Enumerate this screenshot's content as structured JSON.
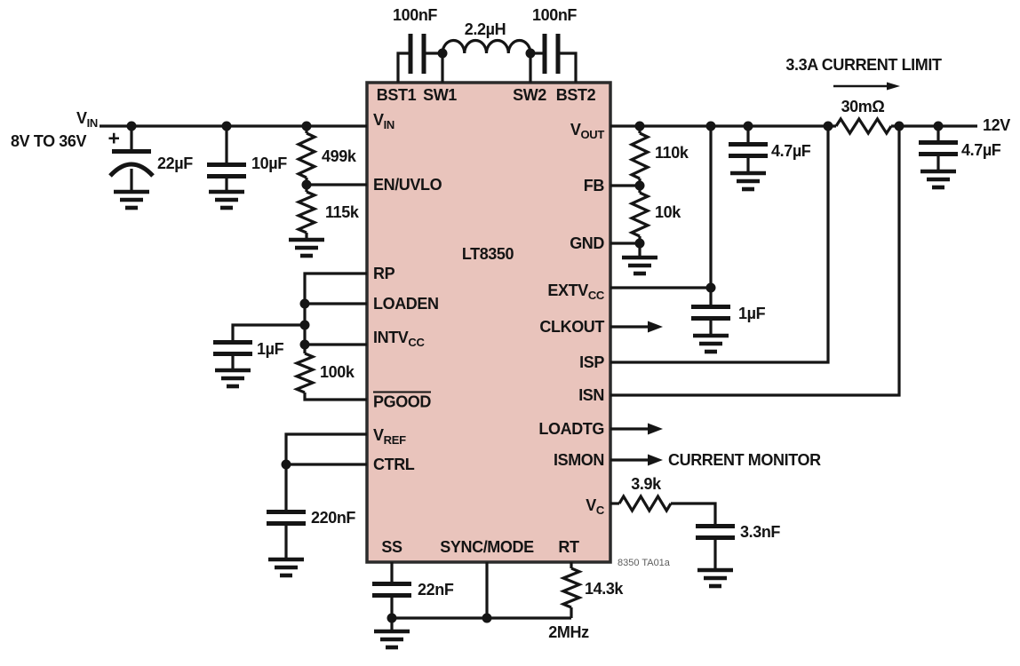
{
  "ic": {
    "part_number": "LT8350",
    "diagram_ref": "8350 TA01a"
  },
  "pins": {
    "top": [
      {
        "label": "BST1"
      },
      {
        "label": "SW1"
      },
      {
        "label": "SW2"
      },
      {
        "label": "BST2"
      }
    ],
    "left": [
      {
        "main": "V",
        "sub": "IN"
      },
      {
        "label": "EN/UVLO"
      },
      {
        "label": "RP"
      },
      {
        "label": "LOADEN"
      },
      {
        "main": "INTV",
        "sub": "CC"
      },
      {
        "label": "PGOOD"
      },
      {
        "main": "V",
        "sub": "REF"
      },
      {
        "label": "CTRL"
      }
    ],
    "right": [
      {
        "main": "V",
        "sub": "OUT"
      },
      {
        "label": "FB"
      },
      {
        "label": "GND"
      },
      {
        "main": "EXTV",
        "sub": "CC"
      },
      {
        "label": "CLKOUT"
      },
      {
        "label": "ISP"
      },
      {
        "label": "ISN"
      },
      {
        "label": "LOADTG"
      },
      {
        "label": "ISMON"
      },
      {
        "main": "V",
        "sub": "C"
      }
    ],
    "bottom": [
      {
        "label": "SS"
      },
      {
        "label": "SYNC/MODE"
      },
      {
        "label": "RT"
      }
    ]
  },
  "components": {
    "bst1_cap": "100nF",
    "inductor": "2.2µH",
    "bst2_cap": "100nF",
    "input_bulk_cap": "22µF",
    "input_cap": "10µF",
    "uvlo_top_res": "499k",
    "uvlo_bot_res": "115k",
    "intvcc_cap": "1µF",
    "pgood_res": "100k",
    "ctrl_cap": "220nF",
    "ss_cap": "22nF",
    "rt_res": "14.3k",
    "fb_top_res": "110k",
    "fb_bot_res": "10k",
    "vout_cap_left": "4.7µF",
    "sense_res": "30mΩ",
    "vout_cap_right": "4.7µF",
    "extvcc_cap": "1µF",
    "vc_res": "3.9k",
    "vc_cap": "3.3nF"
  },
  "annotations": {
    "vin_main": "V",
    "vin_sub": "IN",
    "vin_range": "8V TO 36V",
    "plus_sign": "+",
    "current_limit": "3.3A CURRENT LIMIT",
    "output_voltage": "12V",
    "switching_freq": "2MHz",
    "current_monitor": "CURRENT MONITOR"
  },
  "colors": {
    "wire": "#151515",
    "ic_fill": "#e9c4bc",
    "ic_border": "#2b2b2b",
    "ref_text": "#5d5d5d",
    "background": "#ffffff"
  }
}
